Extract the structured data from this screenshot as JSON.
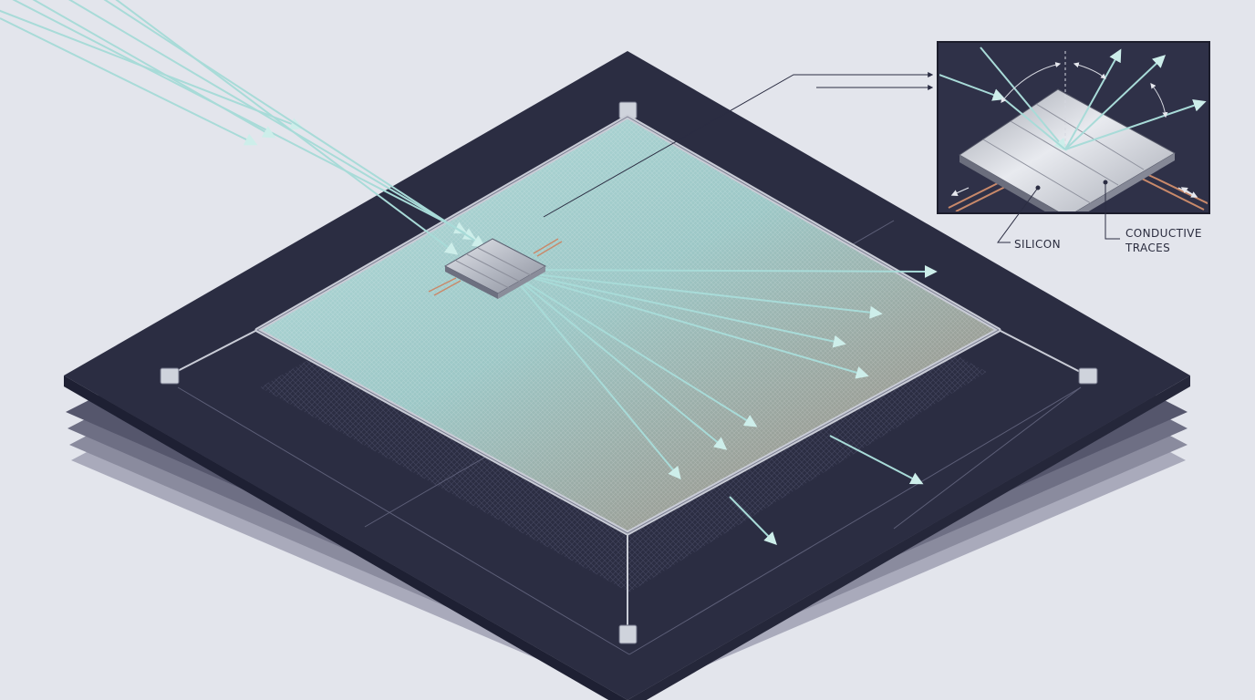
{
  "labels": {
    "silicon": "SILICON",
    "conductive_traces_line1": "CONDUCTIVE",
    "conductive_traces_line2": "TRACES"
  },
  "colors": {
    "background": "#e3e5ec",
    "base_board": "#2b2d42",
    "board_shadow": "#7a7b8e",
    "frame": "#c9ccd6",
    "mesh_start": "#a9d2d3",
    "mesh_end": "#9a8478",
    "light_ray": "#a8dbd8",
    "chip_metal": "#c8cbd2",
    "trace_copper": "#c9896a",
    "inset_background": "#2f3148"
  },
  "icons": {
    "mounting_clip": "clip-icon",
    "arrow_head": "arrow-icon"
  }
}
